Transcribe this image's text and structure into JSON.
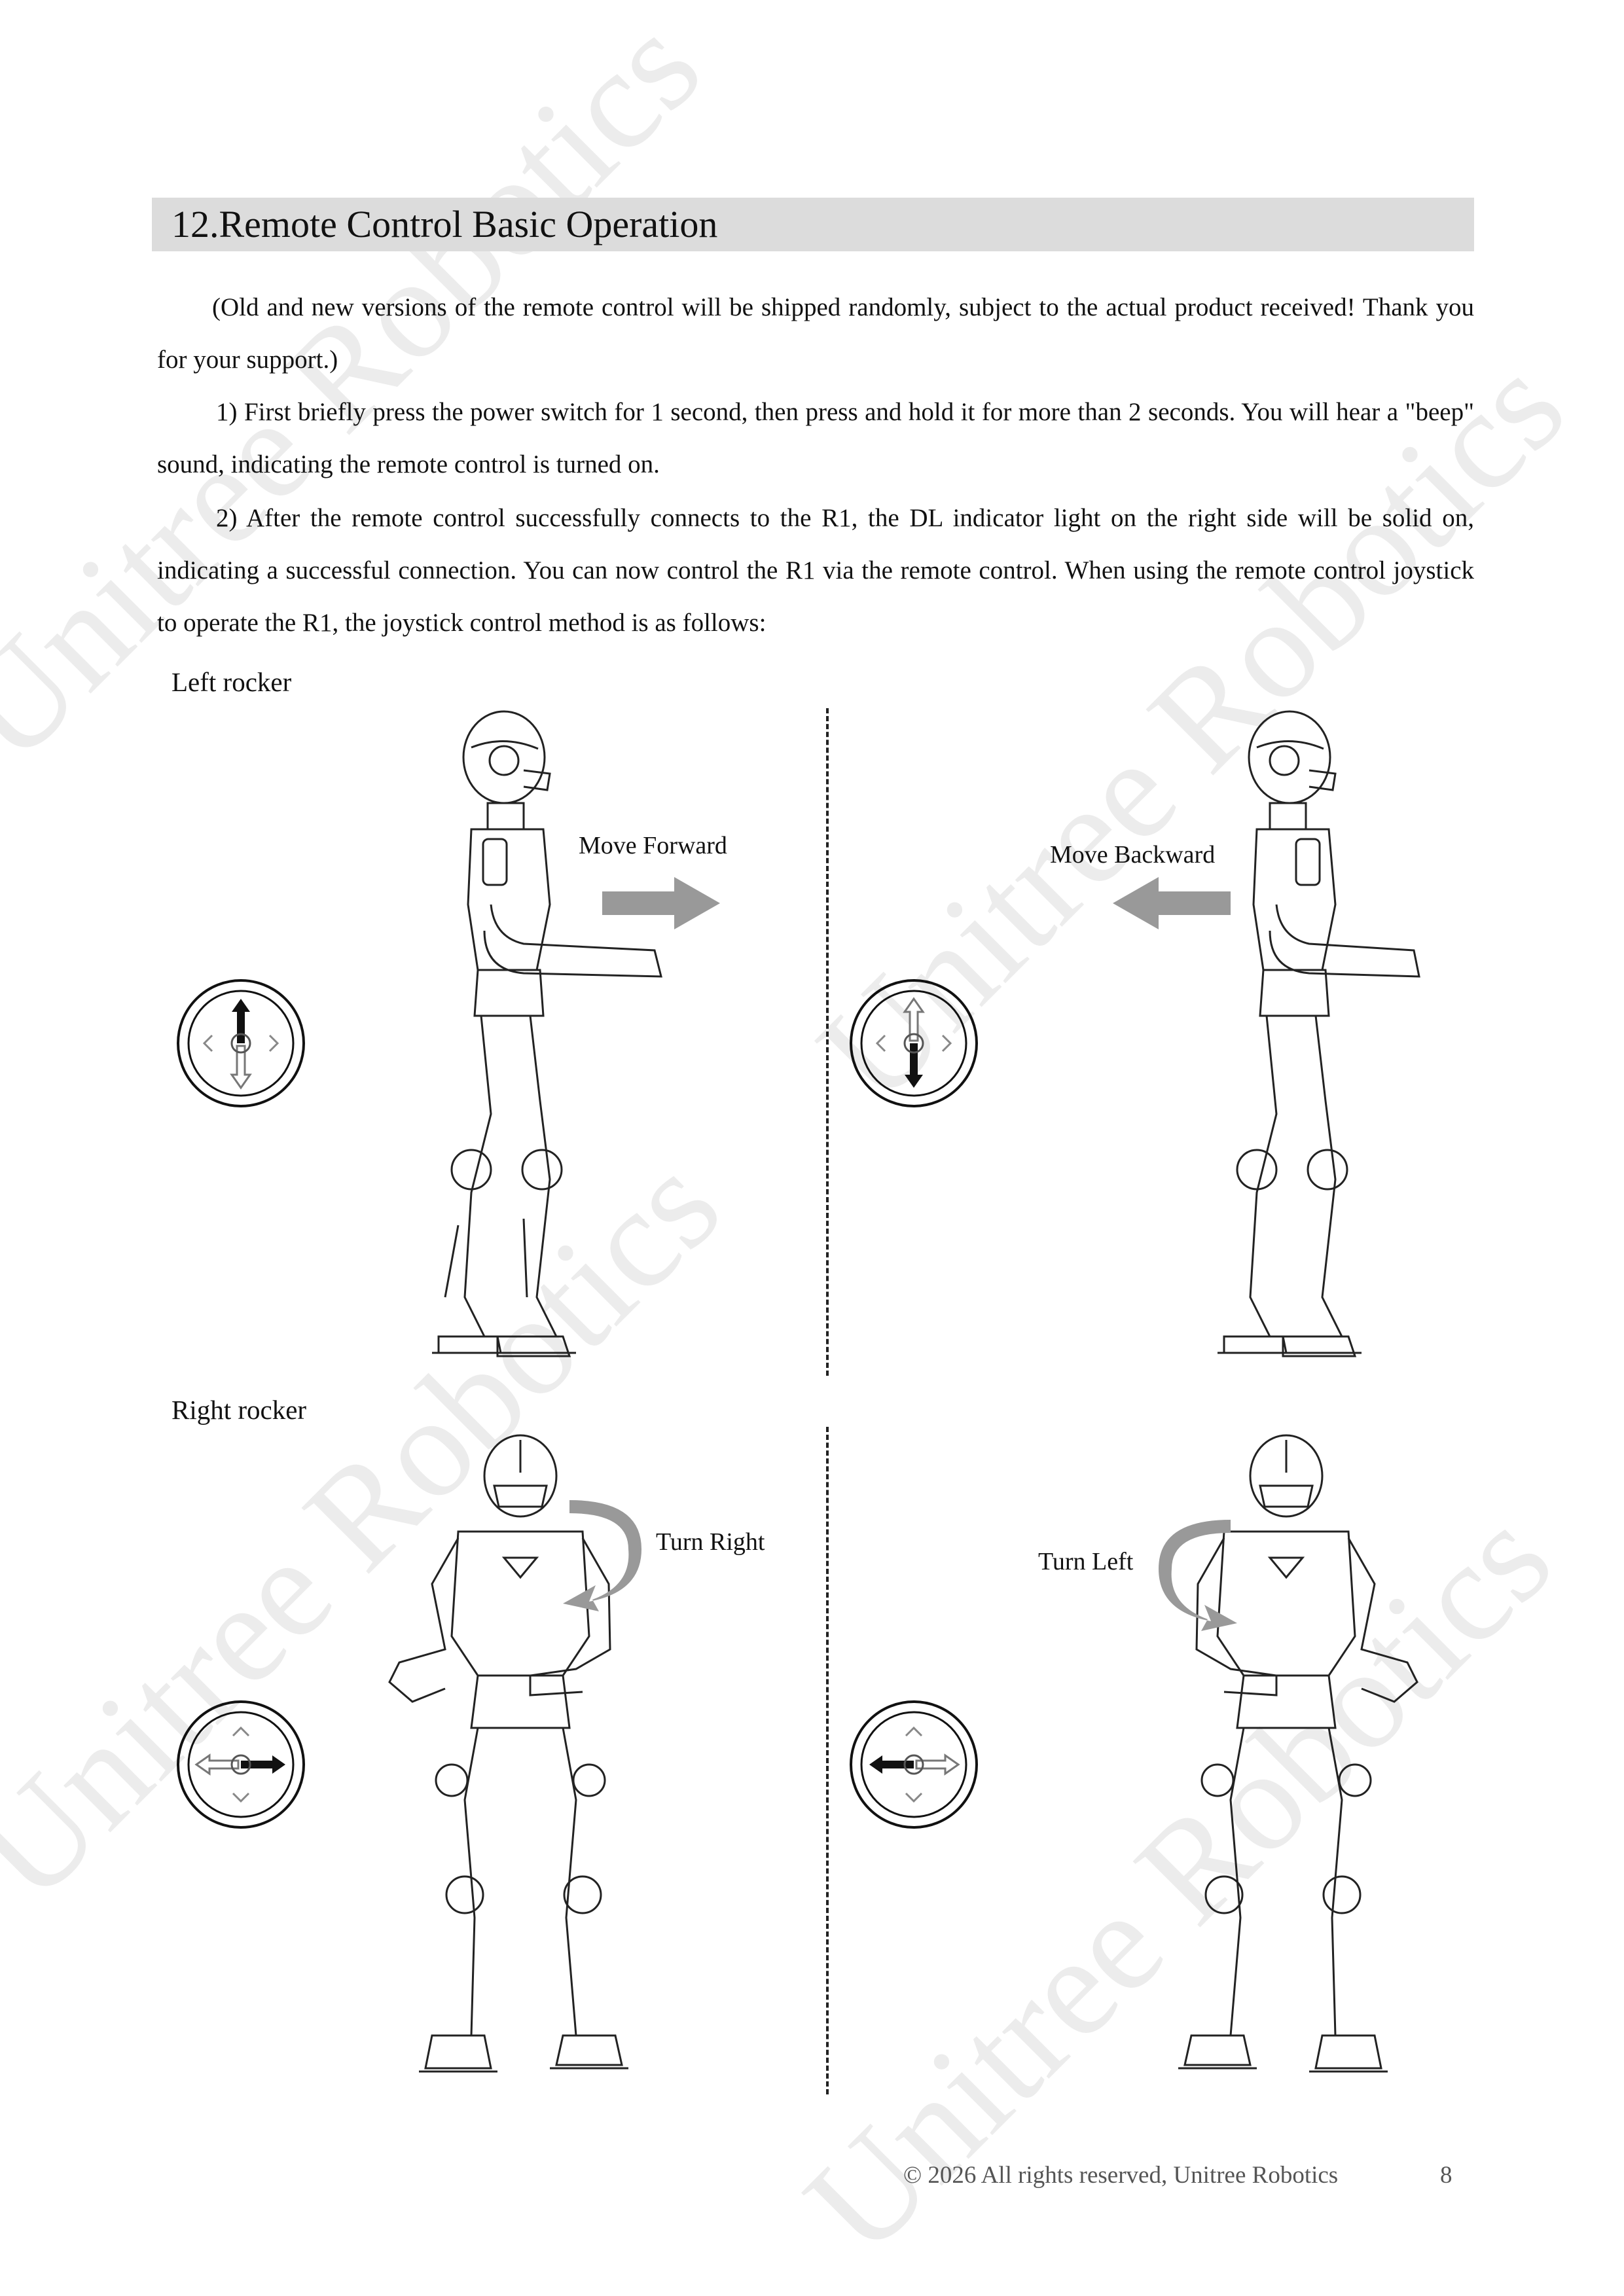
{
  "section": {
    "title": "12.Remote Control Basic Operation"
  },
  "paragraphs": [
    "(Old and new versions of the remote control will be shipped randomly, subject to the actual product received! Thank you for your support.)",
    "1) First briefly press the power switch for 1 second, then press and hold it for more than 2 seconds. You will hear a \"beep\" sound, indicating the remote control is turned on.",
    "2) After the remote control successfully connects to the R1, the DL indicator light on the right side will be solid on, indicating a successful connection. You can now control the R1 via the remote control. When using the remote control joystick to operate the R1, the joystick control method is as follows:"
  ],
  "left_rocker": {
    "heading": "Left rocker",
    "forward_label": "Move  Forward",
    "backward_label": "Move Backward"
  },
  "right_rocker": {
    "heading": "Right rocker",
    "turn_right_label": "Turn Right",
    "turn_left_label": "Turn Left"
  },
  "watermark": "Unitree Robotics",
  "footer": {
    "copyright": "© 2026 All rights reserved, Unitree Robotics",
    "page_number": "8"
  },
  "colors": {
    "section_bar": "#dcdcdc",
    "arrow_gray": "#999999",
    "watermark": "#aaaaaa"
  }
}
